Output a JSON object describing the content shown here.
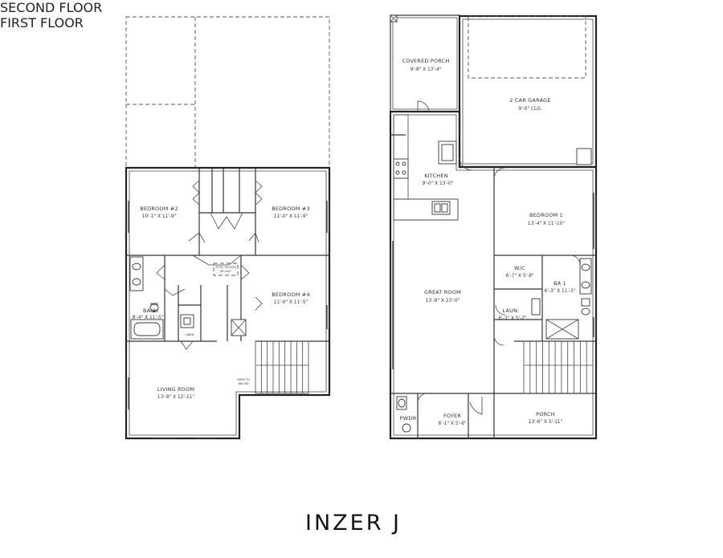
{
  "title": "INZER J",
  "second_floor": {
    "label": "SECOND FLOOR",
    "rooms": [
      {
        "name": "BEDROOM #2",
        "size": "10'-1\" X 11'-9\""
      },
      {
        "name": "BEDROOM #3",
        "size": "11'-0\" X 11'-9\""
      },
      {
        "name": "BEDROOM #4",
        "size": "11'-0\" X 11'-5\""
      },
      {
        "name": "BA 2",
        "size": "8'-4\" X 11'-5\""
      },
      {
        "name": "LIVING ROOM",
        "size": "13'-8\" X 12'-11\""
      }
    ],
    "notes": {
      "attic": "ATTIC ACCESS",
      "attic2": "30\"x30\"",
      "open": "OPEN TO",
      "open2": "BELOW",
      "linen": "LINEN"
    }
  },
  "first_floor": {
    "label": "FIRST FLOOR",
    "rooms": [
      {
        "name": "COVERED PORCH",
        "size": "9'-8\" X 13'-4\""
      },
      {
        "name": "2 CAR GARAGE",
        "size": "9'-0\" CLG."
      },
      {
        "name": "KITCHEN",
        "size": "9'-0\" X 13'-0\""
      },
      {
        "name": "BEDROOM 1",
        "size": "13'-4\" X 11'-10\""
      },
      {
        "name": "GREAT ROOM",
        "size": "13'-8\" X 23'-0\""
      },
      {
        "name": "W/C",
        "size": "6'-7\" X 5'-8\""
      },
      {
        "name": "BA 1",
        "size": "6'-3\" X 11'-3\""
      },
      {
        "name": "LAUN.",
        "size": "6'-3\" X 5'-2\""
      },
      {
        "name": "PORCH",
        "size": "13'-6\" X 5'-11\""
      },
      {
        "name": "PWDR",
        "size": ""
      },
      {
        "name": "FOYER",
        "size": "6'-1\" X 5'-6\""
      }
    ]
  }
}
